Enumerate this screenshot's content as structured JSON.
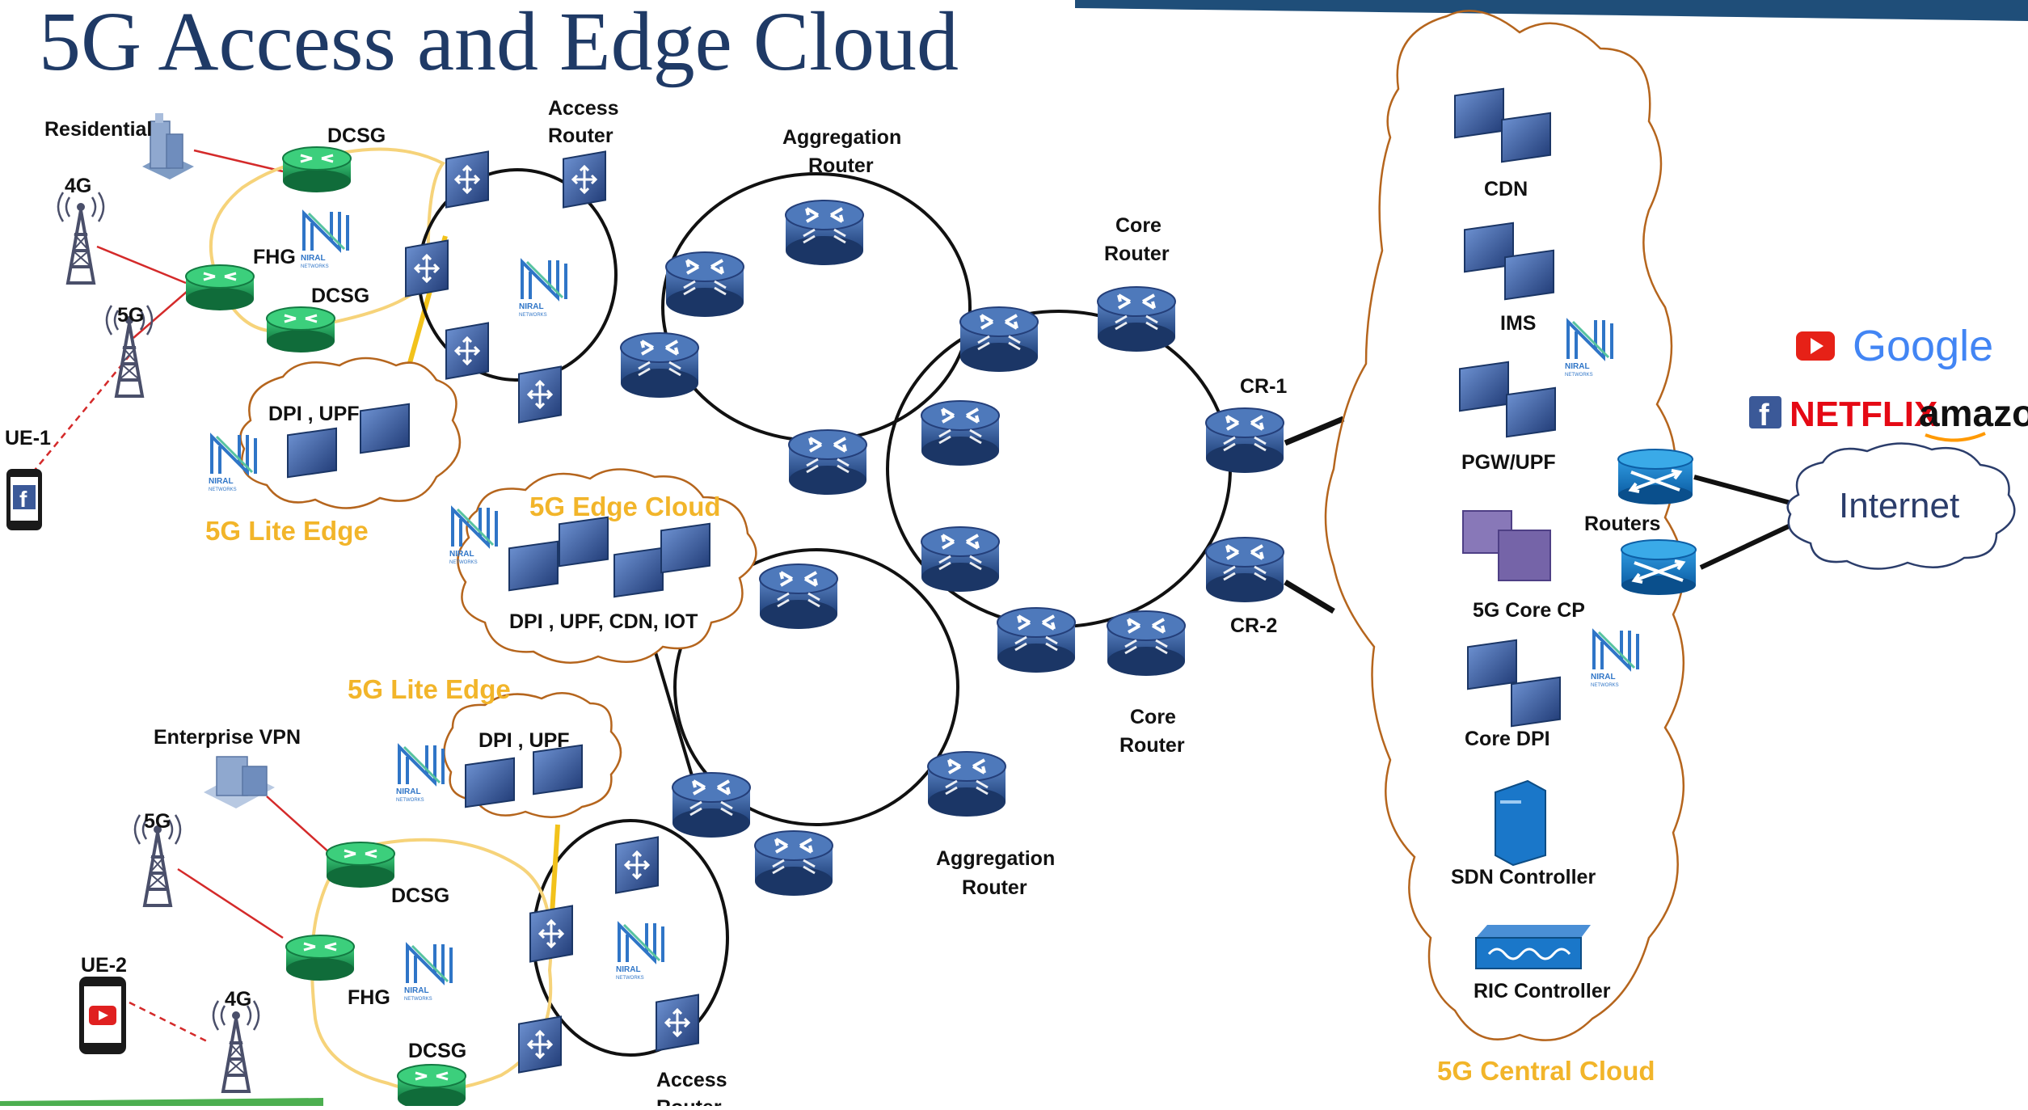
{
  "title": "5G Access and Edge Cloud",
  "colors": {
    "title": "#1f3a66",
    "router_blue": "#2f5597",
    "edge_green": "#1f9b58",
    "access_link": "#d42a2a",
    "yellow_ring": "#f6d37a",
    "yellow_label": "#f2b52a",
    "central_cloud_outline": "#b5651d"
  },
  "labels": {
    "residential": "Residential",
    "dcsg_top": "DCSG",
    "four_g_top": "4G",
    "fhg_top": "FHG",
    "dcsg_mid": "DCSG",
    "five_g_top": "5G",
    "ue1": "UE-1",
    "lite_dpi_upf_top": "DPI , UPF",
    "lite_edge_top": "5G Lite Edge",
    "access_router_top_l1": "Access",
    "access_router_top_l2": "Router",
    "agg_router_top_l1": "Aggregation",
    "agg_router_top_l2": "Router",
    "core_router_top_l1": "Core",
    "core_router_top_l2": "Router",
    "cr1": "CR-1",
    "cr2": "CR-2",
    "edge_cloud_title": "5G Edge Cloud",
    "edge_cloud_services": "DPI , UPF, CDN, IOT",
    "core_router_bottom_l1": "Core",
    "core_router_bottom_l2": "Router",
    "lite_edge_bottom": "5G Lite Edge",
    "lite_dpi_upf_bottom": "DPI , UPF",
    "enterprise_vpn": "Enterprise VPN",
    "five_g_bottom": "5G",
    "dcsg_bottom_mid": "DCSG",
    "ue2": "UE-2",
    "four_g_bottom": "4G",
    "fhg_bottom": "FHG",
    "dcsg_bottom": "DCSG",
    "agg_router_bottom_l1": "Aggregation",
    "agg_router_bottom_l2": "Router",
    "access_router_bottom_l1": "Access",
    "access_router_bottom_l2": "Router",
    "cdn": "CDN",
    "ims": "IMS",
    "pgw_upf": "PGW/UPF",
    "core_cp": "5G Core CP",
    "core_dpi": "Core DPI",
    "sdn_controller": "SDN Controller",
    "ric_controller": "RIC Controller",
    "central_cloud": "5G Central Cloud",
    "routers": "Routers",
    "internet": "Internet",
    "google": "Google",
    "netflix": "NETFLIX",
    "amazon": "amazon",
    "niral_logo": "NIRAL NETWORKS"
  },
  "icons": [
    "router-icon",
    "switch-icon",
    "dcsg-router-icon",
    "cell-tower-icon",
    "building-icon",
    "smartphone-icon",
    "facebook-icon",
    "youtube-icon",
    "cdn-server-icon",
    "ims-icon",
    "pgw-upf-icon",
    "core-cp-icon",
    "core-dpi-icon",
    "sdn-controller-icon",
    "ric-controller-icon",
    "niral-logo-icon"
  ]
}
